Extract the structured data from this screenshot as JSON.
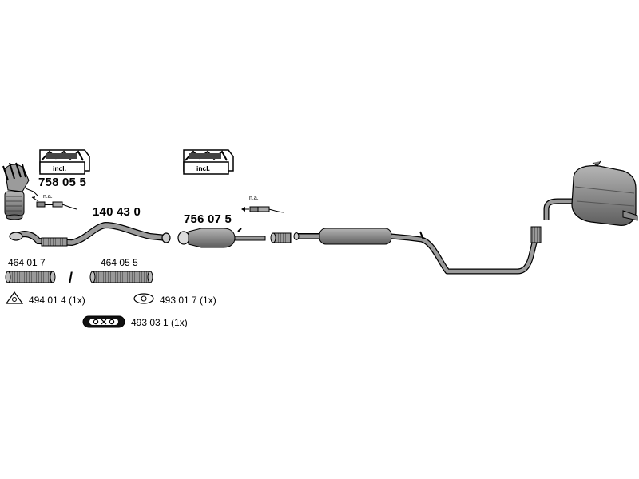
{
  "parts": {
    "manifold_cat": "758 05 5",
    "front_pipe": "140 43 0",
    "catalyst": "756 07 5",
    "flex_1": "464 01 7",
    "flex_2": "464 05 5"
  },
  "kit_badges": {
    "manifold": "incl.",
    "catalyst": "incl."
  },
  "sensor_notes": {
    "manifold": "n.a.",
    "catalyst": "n.a."
  },
  "separator": "/",
  "fittings": {
    "gasket_triangle": "494 01 4 (1x)",
    "gasket_oval": "493 01 7 (1x)",
    "ring": "493 03 1 (1x)"
  },
  "colors": {
    "part_fill": "#8a8a8a",
    "part_dark": "#555555",
    "outline": "#000000"
  }
}
